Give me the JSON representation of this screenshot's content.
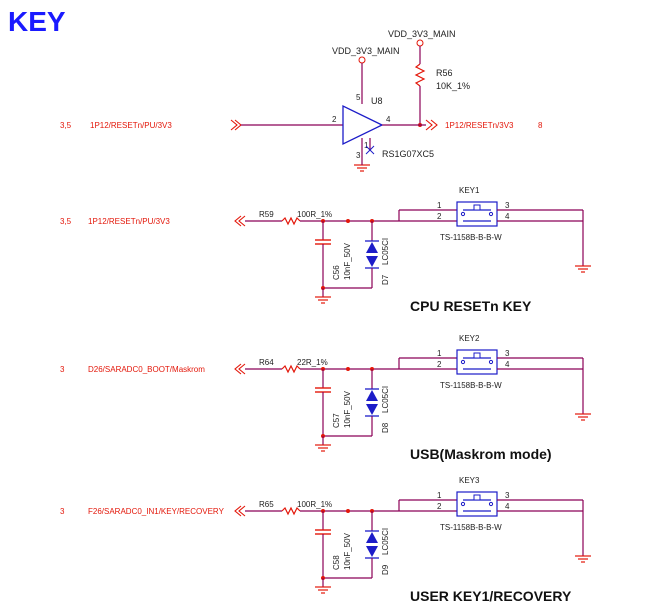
{
  "title": "KEY",
  "colors": {
    "wire": "#8b0057",
    "red": "#e3170a",
    "blue": "#1c1cc8",
    "text": "#222222",
    "part": "#1a1a1a"
  },
  "top": {
    "vdd_left": "VDD_3V3_MAIN",
    "vdd_right": "VDD_3V3_MAIN",
    "sheet_ref_in": "3,5",
    "net_in": "1P12/RESETn/PU/3V3",
    "net_out": "1P12/RESETn/3V3",
    "sheet_ref_out": "8",
    "resistor_ref": "R56",
    "resistor_val": "10K_1%",
    "buffer_ref": "U8",
    "buffer_part": "RS1G07XC5",
    "pin_vcc": "5",
    "pin_in": "2",
    "pin_out": "4",
    "pin_gnd": "3",
    "pin_nc": "1"
  },
  "keys": [
    {
      "sheet_ref": "3,5",
      "net": "1P12/RESETn/PU/3V3",
      "res_ref": "R59",
      "res_val": "100R_1%",
      "cap_ref": "C56",
      "cap_val": "10nF_50V",
      "diode_ref": "D7",
      "diode_part": "LC05CI",
      "key_ref": "KEY1",
      "key_part": "TS-1158B-B-B-W",
      "pins": [
        "1",
        "2",
        "3",
        "4"
      ],
      "caption": "CPU RESETn KEY"
    },
    {
      "sheet_ref": "3",
      "net": "D26/SARADC0_BOOT/Maskrom",
      "res_ref": "R64",
      "res_val": "22R_1%",
      "cap_ref": "C57",
      "cap_val": "10nF_50V",
      "diode_ref": "D8",
      "diode_part": "LC05CI",
      "key_ref": "KEY2",
      "key_part": "TS-1158B-B-B-W",
      "pins": [
        "1",
        "2",
        "3",
        "4"
      ],
      "caption": "USB(Maskrom mode)"
    },
    {
      "sheet_ref": "3",
      "net": "F26/SARADC0_IN1/KEY/RECOVERY",
      "res_ref": "R65",
      "res_val": "100R_1%",
      "cap_ref": "C58",
      "cap_val": "10nF_50V",
      "diode_ref": "D9",
      "diode_part": "LC05CI",
      "key_ref": "KEY3",
      "key_part": "TS-1158B-B-B-W",
      "pins": [
        "1",
        "2",
        "3",
        "4"
      ],
      "caption": "USER KEY1/RECOVERY"
    }
  ]
}
